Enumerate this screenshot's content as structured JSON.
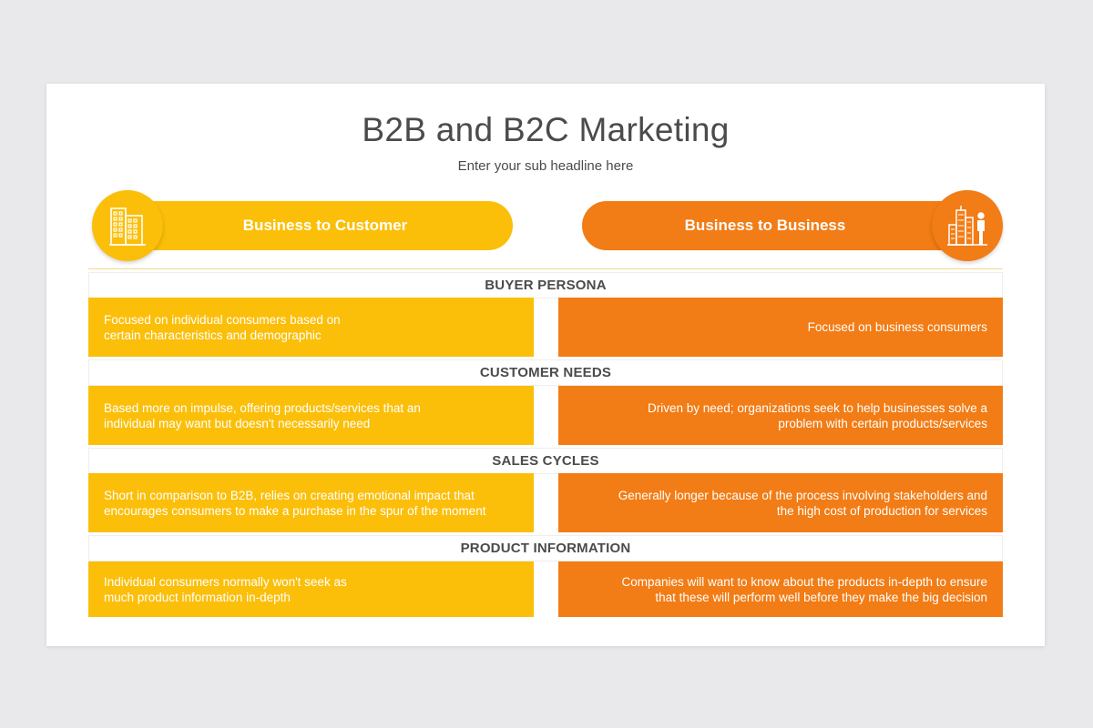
{
  "title": "B2B and B2C Marketing",
  "subtitle": "Enter your sub headline here",
  "colors": {
    "b2c": "#fbbf0a",
    "b2b": "#f27c15"
  },
  "left_header": {
    "label": "Business to Customer",
    "icon": "office-buildings-icon"
  },
  "right_header": {
    "label": "Business to Business",
    "icon": "city-businessman-icon"
  },
  "rows": [
    {
      "heading": "BUYER PERSONA",
      "b2c": "Focused on individual consumers based on\ncertain characteristics and demographic",
      "b2b": "Focused on business consumers"
    },
    {
      "heading": "CUSTOMER NEEDS",
      "b2c": "Based more on impulse, offering products/services that an\nindividual may want but doesn't necessarily need",
      "b2b": "Driven by need; organizations seek to help businesses solve a\nproblem with certain products/services"
    },
    {
      "heading": "SALES CYCLES",
      "b2c": "Short in comparison to B2B, relies on creating emotional impact that\nencourages consumers to make a purchase in the spur of the moment",
      "b2b": "Generally longer because of the process involving stakeholders and\nthe high cost of production for services"
    },
    {
      "heading": "PRODUCT INFORMATION",
      "b2c": "Individual consumers normally won't seek as\nmuch product information in-depth",
      "b2b": "Companies will want to know about the products in-depth to ensure\nthat these will perform well before they make the big decision"
    }
  ]
}
